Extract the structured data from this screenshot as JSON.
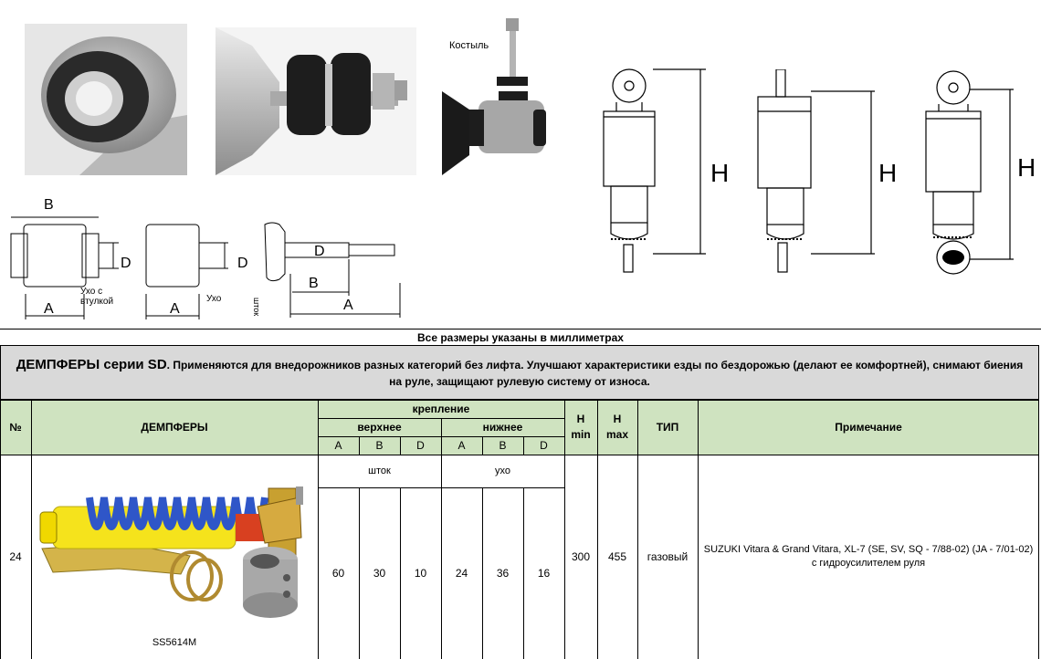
{
  "diagrams": {
    "label_kostyl": "Костыль",
    "dim_b": "B",
    "dim_d": "D",
    "dim_a": "A",
    "dim_h": "H",
    "label_ukho_s_vtulkoy": "Ухо с\nвтулкой",
    "label_ukho": "Ухо",
    "label_shtok": "шток"
  },
  "note": "Все размеры указаны в миллиметрах",
  "series": {
    "title": "ДЕМПФЕРЫ серии SD",
    "description": ". Применяются для внедорожников разных категорий без лифта. Улучшают характеристики езды по бездорожью (делают ее комфортней), снимают биения на руле, защищают рулевую систему от износа."
  },
  "table": {
    "headers": {
      "num": "№",
      "dampers": "ДЕМПФЕРЫ",
      "mount": "крепление",
      "upper": "верхнее",
      "lower": "нижнее",
      "a": "A",
      "b": "B",
      "d": "D",
      "h_min": "H\nmin",
      "h_max": "H\nmax",
      "type": "ТИП",
      "note": "Примечание"
    },
    "rows": [
      {
        "num": "24",
        "model": "SS5614M",
        "upper_mount": "шток",
        "lower_mount": "ухо",
        "upper_a": "60",
        "upper_b": "30",
        "upper_d": "10",
        "lower_a": "24",
        "lower_b": "36",
        "lower_d": "16",
        "h_min": "300",
        "h_max": "455",
        "type": "газовый",
        "note": "SUZUKI Vitara & Grand Vitara, XL-7  (SE, SV, SQ - 7/88-02) (JA - 7/01-02) с гидроусилителем руля"
      }
    ]
  },
  "colors": {
    "header_bg": "#cfe3c0",
    "title_bg": "#d9d9d9",
    "spring_blue": "#2f56c8",
    "body_yellow": "#f5e31c"
  }
}
